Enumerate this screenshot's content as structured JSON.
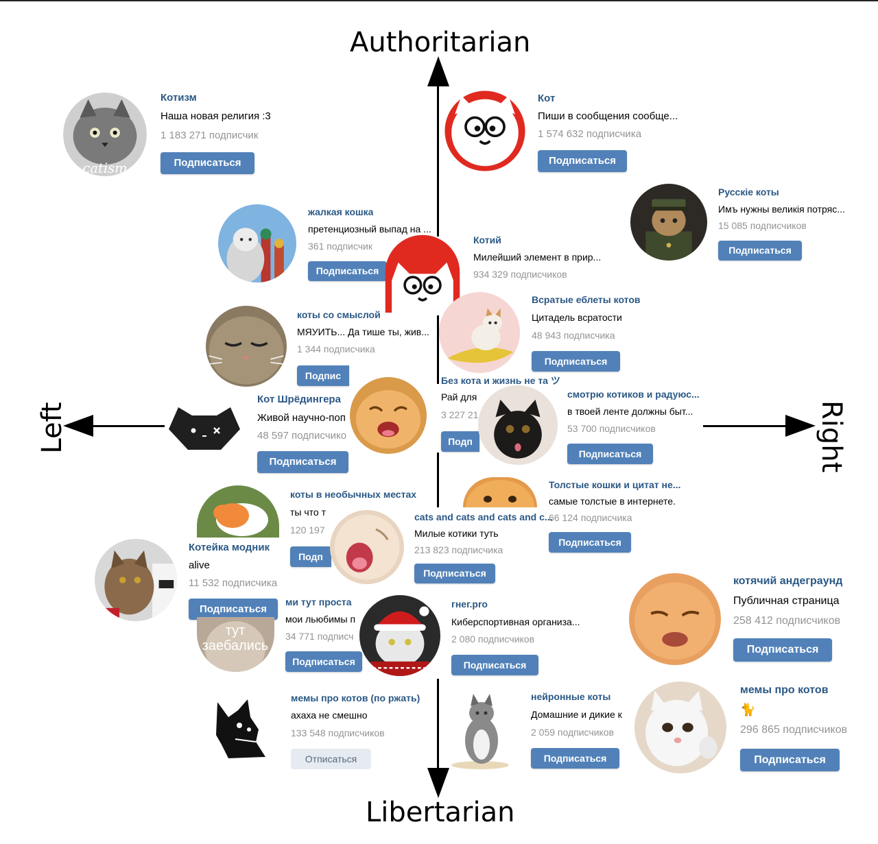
{
  "axes": {
    "top": "Authoritarian",
    "bottom": "Libertarian",
    "left": "Left",
    "right": "Right"
  },
  "colors": {
    "vk_blue": "#2a5885",
    "button": "#5181b8",
    "muted": "#939393"
  },
  "cards": [
    {
      "title": "Котизм",
      "desc": "Наша новая религия :3",
      "subs": "1 183 271 подписчик",
      "button": "Подписаться",
      "icon": "fluffy-cat-icon"
    },
    {
      "title": "Кот",
      "desc": "Пиши в сообщения сообще...",
      "subs": "1 574 632 подписчика",
      "button": "Подписаться",
      "icon": "cartoon-cat-icon"
    },
    {
      "title": "Русскiе коты",
      "desc": "Имъ нужны великiя потряс...",
      "subs": "15 085 подписчиков",
      "button": "Подписаться",
      "icon": "cat-officer-icon"
    },
    {
      "title": "жалкая кошка",
      "desc": "претенциозный выпад на ...",
      "subs": "361 подписчик",
      "button": "Подписаться",
      "icon": "cat-kremlin-icon"
    },
    {
      "title": "Котий",
      "desc": "Милейший элемент в прир...",
      "subs": "934 329 подписчиков",
      "button": "",
      "icon": "cartoon-cat-red-icon"
    },
    {
      "title": "Всратые еблеты котов",
      "desc": "Цитадель всратости",
      "subs": "48 943 подписчика",
      "button": "Подписаться",
      "icon": "cat-banana-icon"
    },
    {
      "title": "коты со смыслой",
      "desc": "МЯУИТЬ... Да тише ты, жив...",
      "subs": "1 344 подписчика",
      "button": "Подпис",
      "icon": "sleepy-cat-icon"
    },
    {
      "title": "Без кота и жизнь не та ツ",
      "desc": "Рай для",
      "subs": "3 227 21",
      "button": "Подп",
      "icon": "laughing-cat-icon"
    },
    {
      "title": "Кот Шрёдингера",
      "desc": "Живой научно-поп",
      "subs": "48 597 подписчико",
      "button": "Подписаться",
      "icon": "black-cat-logo-icon"
    },
    {
      "title": "смотрю котиков и радуюс...",
      "desc": "в твоей ленте должны быт...",
      "subs": "53 700 подписчиков",
      "button": "Подписаться",
      "icon": "black-kitten-icon"
    },
    {
      "title": "Толстые кошки и цитат не...",
      "desc": "самые толстые в интернете.",
      "subs": "66 124 подписчика",
      "button": "Подписаться",
      "icon": "fat-cat-icon"
    },
    {
      "title": "коты в необычных местах",
      "desc": "ты что т",
      "subs": "120 197",
      "button": "Подп",
      "icon": "cat-sleeping-icon"
    },
    {
      "title": "cats and cats and cats and c...",
      "desc": "Милые котики туть",
      "subs": "213 823 подписчика",
      "button": "Подписаться",
      "icon": "cat-yawn-icon"
    },
    {
      "title": "Котейка модник",
      "desc": "alive",
      "subs": "11 532 подписчика",
      "button": "Подписаться",
      "icon": "tabby-cat-icon"
    },
    {
      "title": "котячий андеграунд",
      "desc": "Публичная страница",
      "subs": "258 412 подписчиков",
      "button": "Подписаться",
      "icon": "orange-cat-face-icon"
    },
    {
      "title": "ми тут проста",
      "desc": "мои льюбимы п",
      "subs": "34 771 подписч",
      "button": "Подписаться",
      "icon": "cat-caption-icon",
      "caption": "тут\nзаебались"
    },
    {
      "title": "гнег.pro",
      "desc": "Киберспортивная организа...",
      "subs": "2 080 подписчиков",
      "button": "Подписаться",
      "icon": "santa-cat-icon"
    },
    {
      "title": "мемы про котов (по ржать)",
      "desc": "ахаха не смешно",
      "subs": "133 548 подписчиков",
      "button": "Отписаться",
      "icon": "cat-silhouette-icon"
    },
    {
      "title": "нейронные коты",
      "desc": "Домашние и дикие к",
      "subs": "2 059 подписчиков",
      "button": "Подписаться",
      "icon": "standing-cat-icon"
    },
    {
      "title": "мемы про котов",
      "desc": "🐈",
      "subs": "296 865 подписчиков",
      "button": "Подписаться",
      "icon": "white-cat-thumbsup-icon"
    }
  ]
}
